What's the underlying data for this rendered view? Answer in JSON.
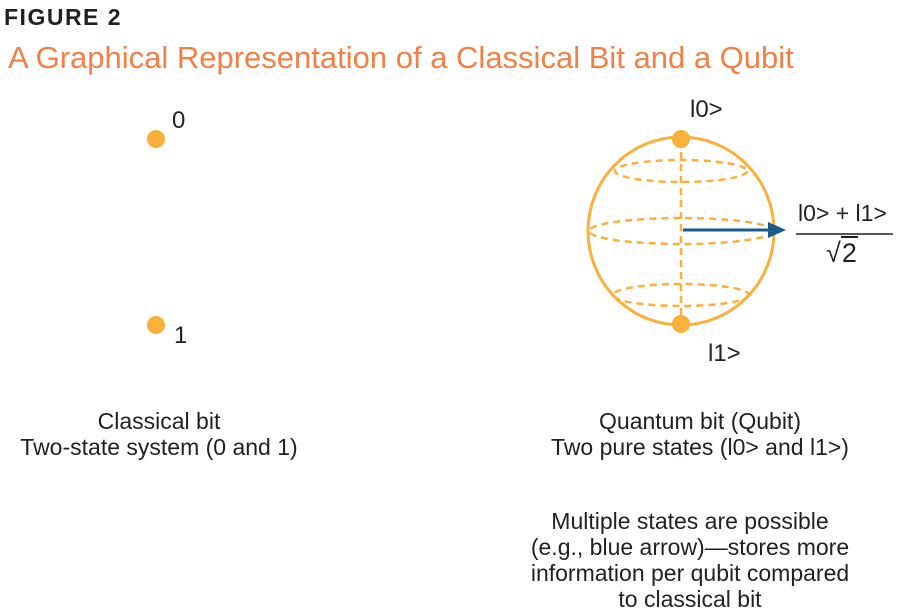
{
  "figure": {
    "label": "FIGURE 2",
    "title": "A Graphical Representation of a Classical Bit and a Qubit"
  },
  "colors": {
    "title": "#f47f45",
    "dots": "#fbb03b",
    "sphere": "#fbb03b",
    "arrow": "#1b5a8e",
    "text": "#231f20"
  },
  "classical": {
    "state_top": "0",
    "state_bottom": "1",
    "caption_line1": "Classical bit",
    "caption_line2": "Two-state system (0 and 1)"
  },
  "quantum": {
    "state_top": "l0>",
    "state_bottom": "l1>",
    "superposition_numerator": "l0> + l1>",
    "superposition_denominator": "2",
    "sqrt_symbol": "√",
    "caption_line1": "Quantum bit (Qubit)",
    "caption_line2": "Two pure states (l0> and l1>)",
    "note_lines": [
      "Multiple states are possible",
      "(e.g., blue arrow)—stores more",
      "information per qubit compared",
      "to classical bit"
    ]
  }
}
